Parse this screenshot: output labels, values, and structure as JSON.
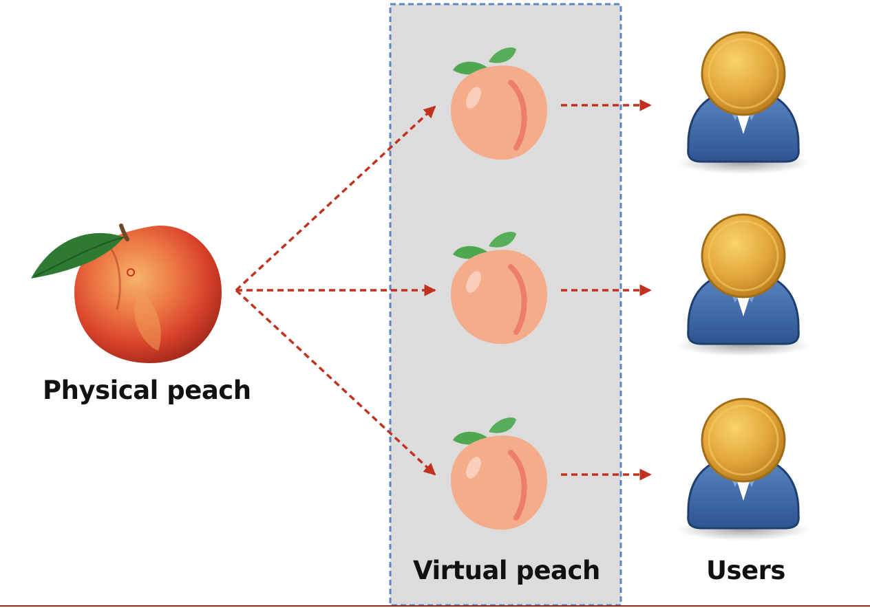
{
  "labels": {
    "physical": "Physical peach",
    "virtual": "Virtual peach",
    "users": "Users"
  },
  "icons": {
    "physical": "physical-peach-icon",
    "virtual": "virtual-peach-icon",
    "user": "user-icon"
  },
  "colors": {
    "arrow": "#c0321f",
    "box_fill": "#dcdcdc",
    "box_border": "#5b86c5",
    "peach_emoji": "#f4ac8a",
    "peach_leaf": "#58ad5a",
    "user_head": "#e3a53a",
    "user_body": "#3a64a3"
  },
  "virtual_count": 3,
  "user_count": 3
}
